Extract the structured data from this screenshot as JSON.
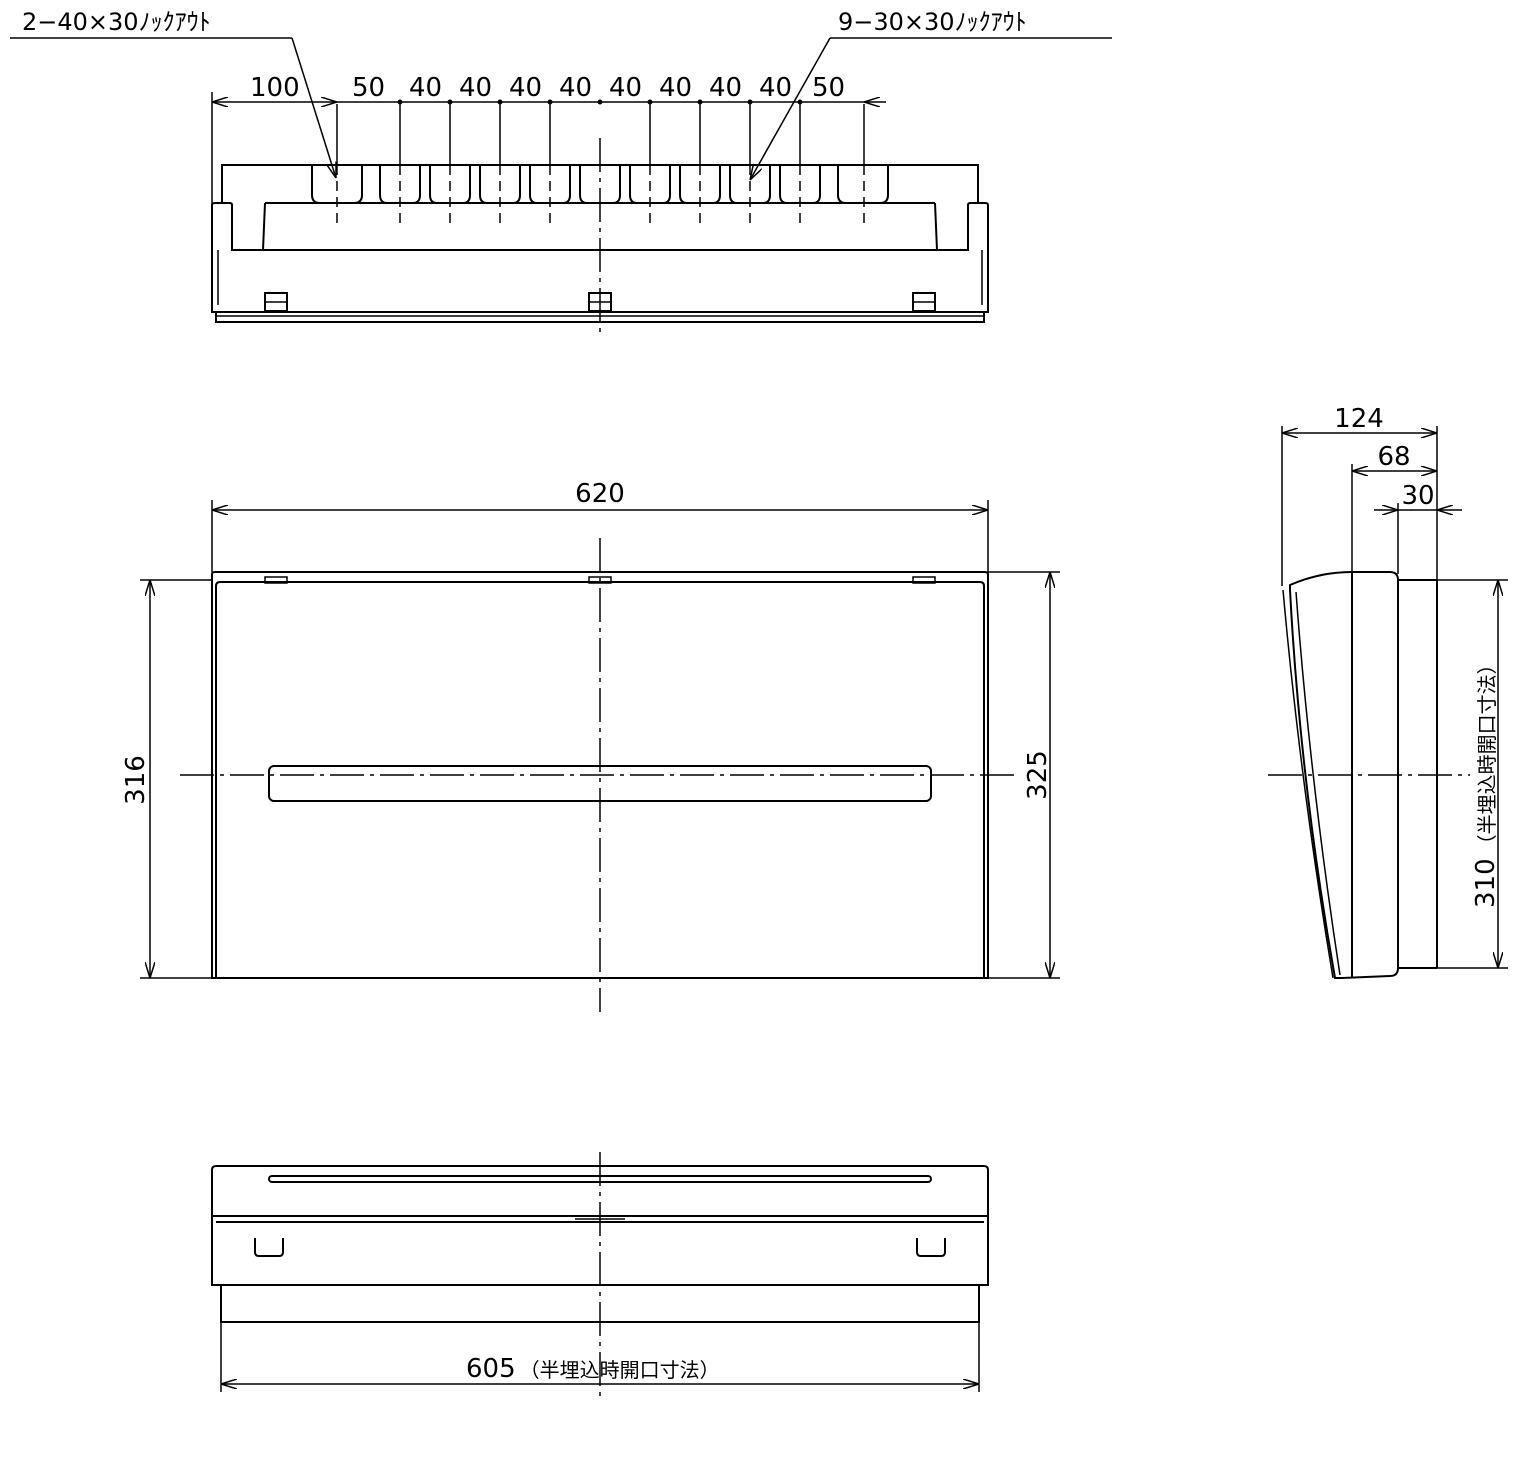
{
  "callouts": {
    "knockout_left": "2−40×30ﾉｯｸｱｳﾄ",
    "knockout_right": "9−30×30ﾉｯｸｱｳﾄ"
  },
  "top_view": {
    "spacing_labels": [
      "100",
      "50",
      "40",
      "40",
      "40",
      "40",
      "40",
      "40",
      "40",
      "40",
      "50"
    ]
  },
  "front_view": {
    "width": "620",
    "height_left": "316",
    "height_right": "325"
  },
  "side_view": {
    "depth_total": "124",
    "depth_mid": "68",
    "depth_back": "30",
    "opening_height": "310",
    "opening_note": "（半埋込時開口寸法）"
  },
  "bottom_view": {
    "opening_width": "605",
    "opening_note": "（半埋込時開口寸法）"
  }
}
